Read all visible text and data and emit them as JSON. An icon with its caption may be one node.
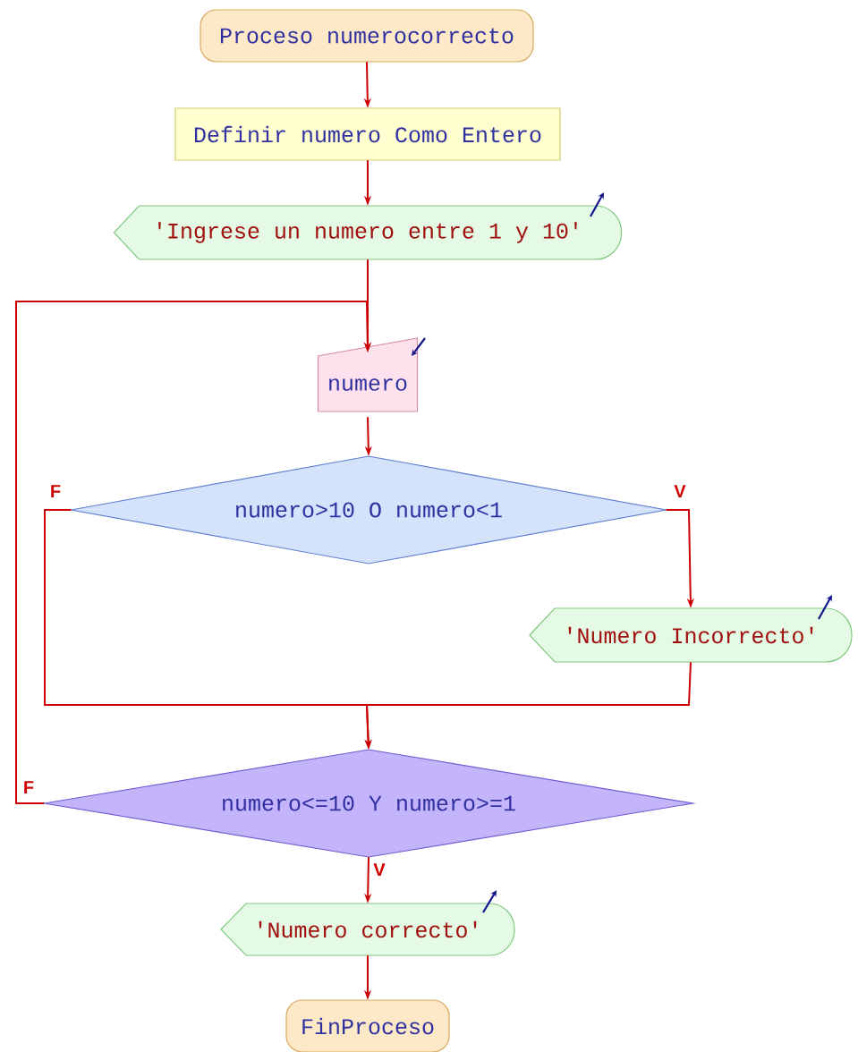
{
  "diagram": {
    "nodes": [
      {
        "text": [
          "Proceso numerocorrecto"
        ]
      },
      {
        "text": [
          "Definir numero Como Entero"
        ]
      },
      {
        "text": [
          "'Ingrese un numero entre 1 y 10'"
        ]
      },
      {
        "text": [
          "numero"
        ]
      },
      {
        "text": [
          "numero>10 O numero<1"
        ]
      },
      {
        "text": [
          "'Numero Incorrecto'"
        ]
      },
      {
        "text": [
          "numero<=10 Y numero>=1"
        ]
      },
      {
        "text": [
          "'Numero correcto'"
        ]
      },
      {
        "text": [
          "FinProceso"
        ]
      }
    ],
    "edges": [
      {
        "from": 0,
        "to": 1,
        "arrow": "to"
      },
      {
        "from": 1,
        "to": 2,
        "arrow": "to"
      },
      {
        "from": 2,
        "to": 3,
        "arrow": "to"
      },
      {
        "from": 3,
        "to": 4,
        "arrow": "to"
      },
      {
        "from": 4,
        "to": 5,
        "arrow": "to",
        "label": "V"
      },
      {
        "from": 4,
        "to": 6,
        "arrow": "to",
        "label": "F"
      },
      {
        "from": 5,
        "to": 6,
        "arrow": "to"
      },
      {
        "from": 6,
        "to": 3,
        "arrow": "to",
        "label": "F"
      },
      {
        "from": 6,
        "to": 7,
        "arrow": "to",
        "label": "V"
      },
      {
        "from": 7,
        "to": 8,
        "arrow": "to"
      }
    ]
  }
}
